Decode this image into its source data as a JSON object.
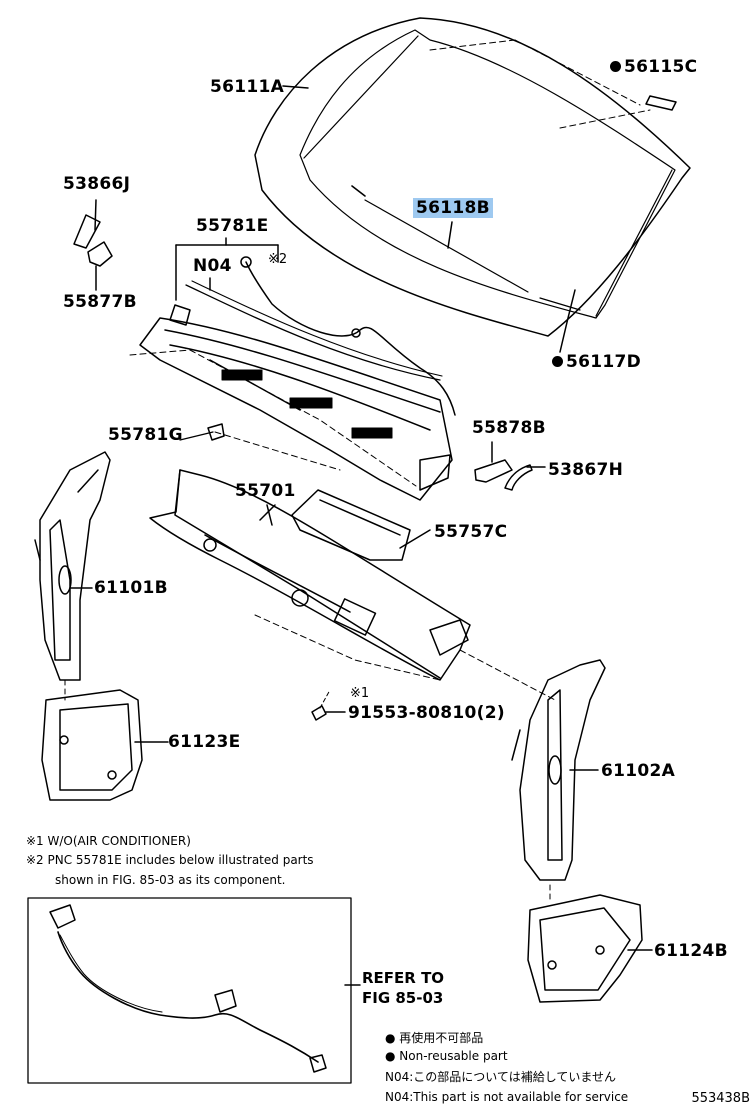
{
  "parts": {
    "p56111A": "56111A",
    "p56115C": "56115C",
    "p56118B": "56118B",
    "p56117D": "56117D",
    "p53866J": "53866J",
    "p55877B": "55877B",
    "p55781E": "55781E",
    "pN04": "N04",
    "p55781G": "55781G",
    "p55878B": "55878B",
    "p53867H": "53867H",
    "p55701": "55701",
    "p55757C": "55757C",
    "p61101B": "61101B",
    "p61123E": "61123E",
    "p91553": "91553-80810(2)",
    "p61102A": "61102A",
    "p61124B": "61124B"
  },
  "markers": {
    "ref2": "※2",
    "ref1": "※1"
  },
  "highlight_color": "#9ec9f0",
  "notes": {
    "note1": "※1 W/O(AIR CONDITIONER)",
    "note2a": "※2 PNC 55781E includes below illustrated parts",
    "note2b": "shown in FIG. 85-03 as its component."
  },
  "refer": {
    "line1": "REFER TO",
    "line2": "FIG 85-03"
  },
  "legend": {
    "jp_nonreusable": "● 再使用不可部品",
    "en_nonreusable": "● Non-reusable part",
    "jp_n04": "N04:この部品については補給していません",
    "en_n04": "N04:This part is not available for service"
  },
  "figure_id": "553438B"
}
